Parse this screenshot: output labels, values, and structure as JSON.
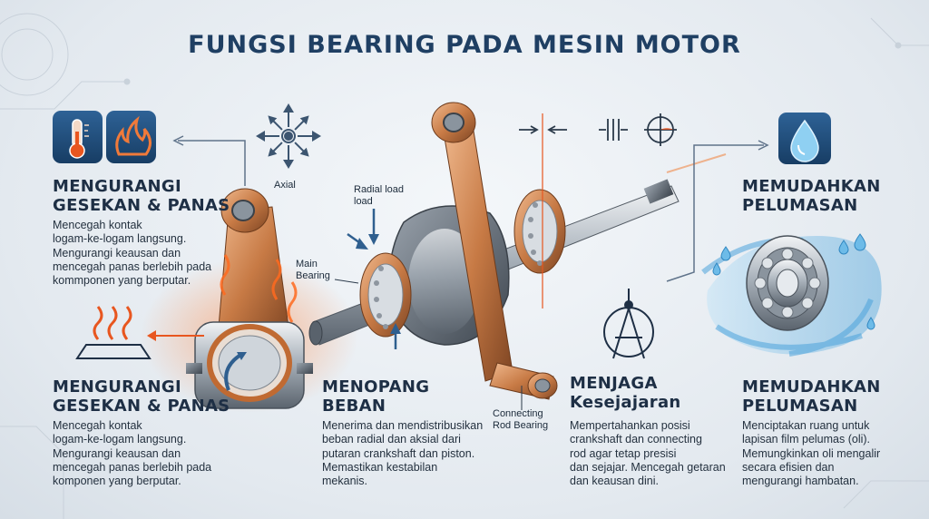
{
  "title": "FUNGSI BEARING PADA MESIN MOTOR",
  "sections": {
    "top_left": {
      "heading": [
        "MENGURANGI",
        "GESEKAN & PANAS"
      ],
      "lines": [
        "Mencegah kontak",
        "logam-ke-logam langsung.",
        "Mengurangi keausan dan",
        "mencegah panas berlebih pada",
        "kommponen yang berputar."
      ]
    },
    "bottom_left": {
      "heading": [
        "MENGURANGI",
        "GESEKAN & PANAS"
      ],
      "lines": [
        "Mencegah kontak",
        "logam-ke-logam langsung.",
        "Mengurangi keausan dan",
        "mencegah panas berlebih pada",
        "komponen yang berputar."
      ]
    },
    "middle": {
      "heading": [
        "MENOPANG",
        "BEBAN"
      ],
      "lines": [
        "Menerima dan mendistribusikan",
        "beban radial dan aksial dari",
        "putaran crankshaft dan piston.",
        "Memastikan kestabilan",
        "mekanis."
      ]
    },
    "right_middle": {
      "heading": [
        "MENJAGA",
        "Kesejajaran"
      ],
      "lines": [
        "Mempertahankan posisi",
        "crankshaft dan connecting",
        "rod agar tetap presisi",
        "dan sejajar. Mencegah getaran",
        "dan keausan dini."
      ]
    },
    "top_right": {
      "heading": [
        "MEMUDAHKAN",
        "PELUMASAN"
      ]
    },
    "bottom_right": {
      "heading": [
        "MEMUDAHKAN",
        "PELUMASAN"
      ],
      "lines": [
        "Menciptakan ruang untuk",
        "lapisan film pelumas (oli).",
        "Memungkinkan oli mengalir",
        "secara efisien dan",
        "mengurangi hambatan."
      ]
    }
  },
  "labels": {
    "axial": "Axial",
    "radial_load": [
      "Radial load",
      "load"
    ],
    "main_bearing": [
      "Main",
      "Bearing"
    ],
    "connecting_rod_bearing": [
      "Connecting",
      "Rod Bearing"
    ]
  },
  "icons": [
    "thermometer-icon",
    "flame-icon",
    "water-drop-icon",
    "axial-force-icon",
    "alignment-symbol-icon",
    "compass-icon",
    "heat-waves-icon"
  ],
  "colors": {
    "title": "#1f3f63",
    "heat": "#e8561f",
    "copper": "#c77a45",
    "tile": "#1f4a75",
    "oil": "#5aaee0"
  }
}
